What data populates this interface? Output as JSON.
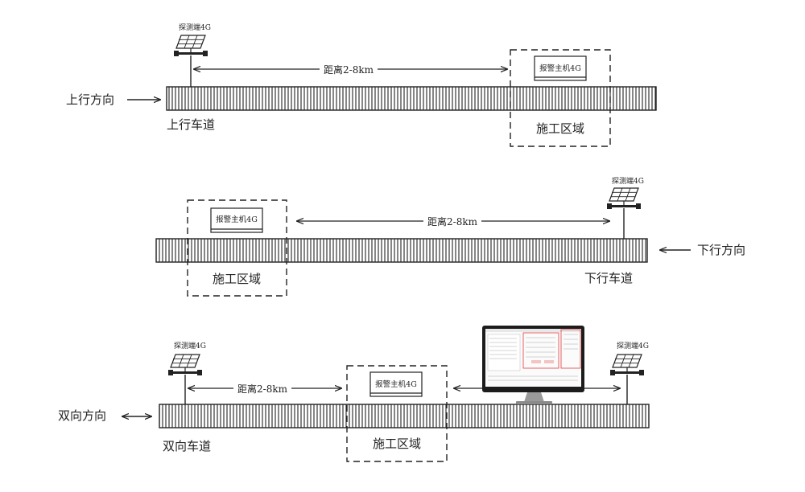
{
  "colors": {
    "line": "#222222",
    "monitor_frame": "#1c1c1c",
    "monitor_stand": "#9a9a9a",
    "ui_accent": "#e03a3a"
  },
  "scenes": [
    {
      "id": "up",
      "direction_label": "上行方向",
      "road_label": "上行车道",
      "detector_label": "探测端4G",
      "host_label": "报警主机4G",
      "zone_label": "施工区域",
      "distance_label": "距离2-8km"
    },
    {
      "id": "down",
      "direction_label": "下行方向",
      "road_label": "下行车道",
      "detector_label": "探测端4G",
      "host_label": "报警主机4G",
      "zone_label": "施工区域",
      "distance_label": "距离2-8km"
    },
    {
      "id": "both",
      "direction_label": "双向方向",
      "road_label": "双向车道",
      "detector_left_label": "探测端4G",
      "detector_right_label": "探测端4G",
      "host_label": "报警主机4G",
      "zone_label": "施工区域",
      "distance_label": "距离2-8km"
    }
  ]
}
